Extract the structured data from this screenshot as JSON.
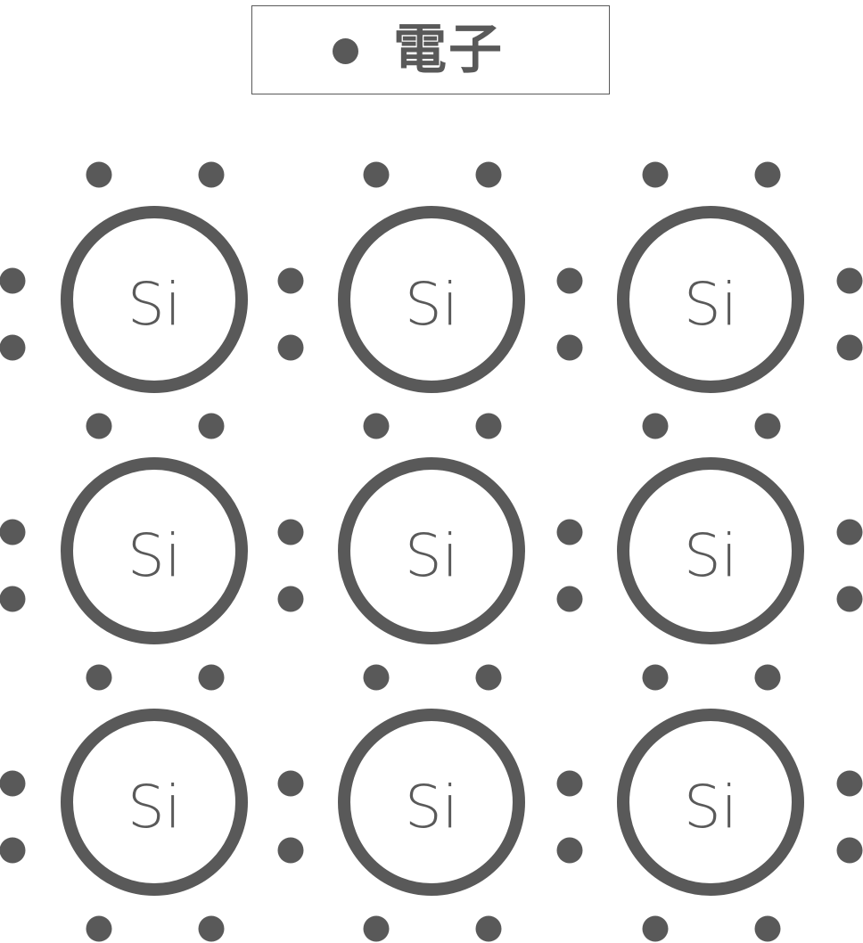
{
  "legend": {
    "label": "電子",
    "marker": "electron-dot"
  },
  "colors": {
    "primary": "#595959",
    "background": "#ffffff"
  },
  "lattice": {
    "rows": 3,
    "cols": 3,
    "atoms": [
      {
        "label": "Si"
      },
      {
        "label": "Si"
      },
      {
        "label": "Si"
      },
      {
        "label": "Si"
      },
      {
        "label": "Si"
      },
      {
        "label": "Si"
      },
      {
        "label": "Si"
      },
      {
        "label": "Si"
      },
      {
        "label": "Si"
      }
    ],
    "electrons_per_atom": 8
  }
}
